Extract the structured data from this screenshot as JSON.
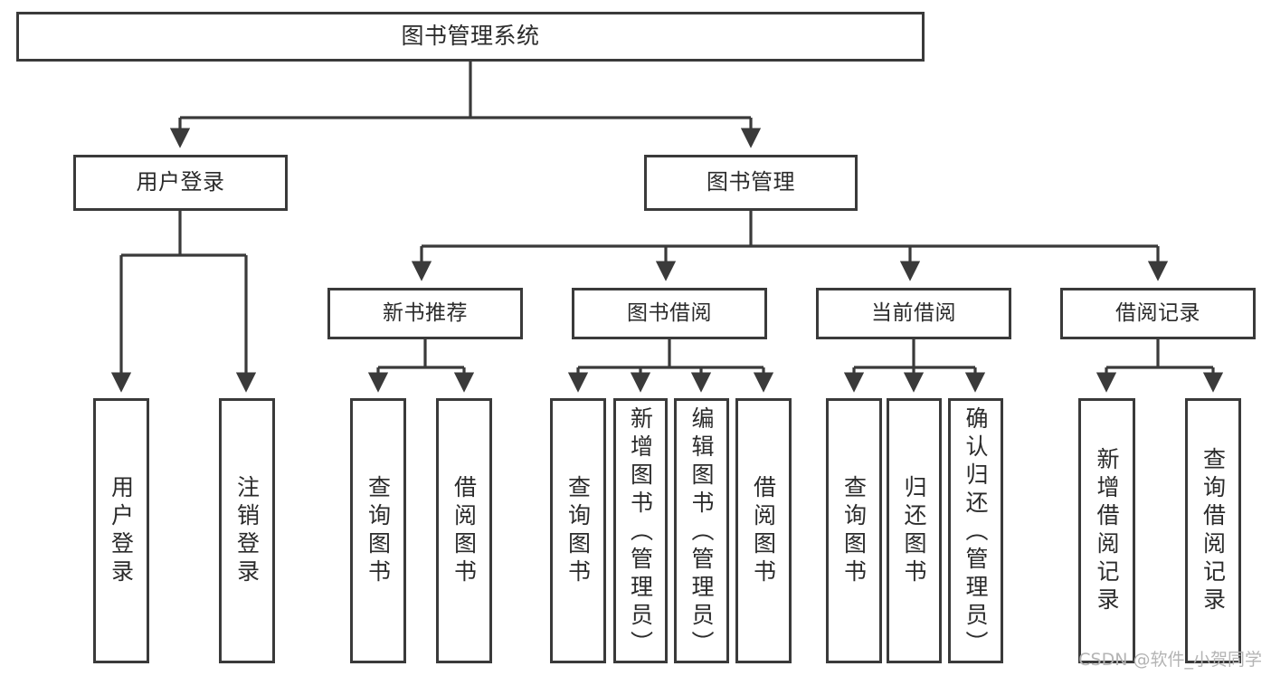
{
  "diagram": {
    "title": "图书管理系统",
    "type": "hierarchy-tree",
    "root": {
      "label": "图书管理系统"
    },
    "level2": [
      {
        "label": "用户登录"
      },
      {
        "label": "图书管理"
      }
    ],
    "level3": [
      {
        "label": "新书推荐"
      },
      {
        "label": "图书借阅"
      },
      {
        "label": "当前借阅"
      },
      {
        "label": "借阅记录"
      }
    ],
    "leaves": {
      "user_login": [
        {
          "label": "用户登录"
        },
        {
          "label": "注销登录"
        }
      ],
      "new_book": [
        {
          "label": "查询图书"
        },
        {
          "label": "借阅图书"
        }
      ],
      "book_borrow": [
        {
          "label": "查询图书"
        },
        {
          "label": "新增图书（管理员）"
        },
        {
          "label": "编辑图书（管理员）"
        },
        {
          "label": "借阅图书"
        }
      ],
      "current_borrow": [
        {
          "label": "查询图书"
        },
        {
          "label": "归还图书"
        },
        {
          "label": "确认归还（管理员）"
        }
      ],
      "borrow_record": [
        {
          "label": "新增借阅记录"
        },
        {
          "label": "查询借阅记录"
        }
      ]
    }
  },
  "watermark": {
    "text": "CSDN @软件_小贺同学"
  },
  "colors": {
    "border": "#3a3a3a",
    "text": "#2b2b2b",
    "background": "#ffffff",
    "watermark": "#b4b4b4"
  }
}
